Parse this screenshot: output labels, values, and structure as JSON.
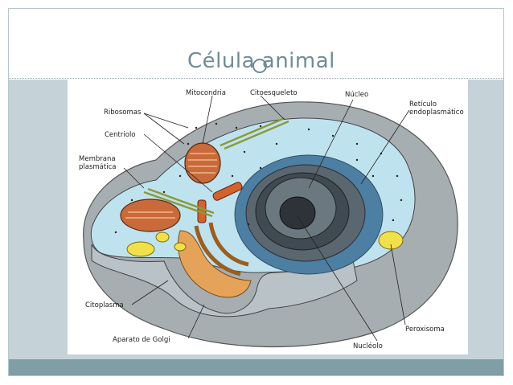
{
  "slide": {
    "title": "Célula animal"
  },
  "diagram": {
    "labels": {
      "mitocondria": "Mitocondria",
      "citoesqueleto": "Citoesqueleto",
      "nucleo": "Núcleo",
      "reticulo_line1": "Retículo",
      "reticulo_line2": "endoplasmático",
      "ribosomas": "Ribosomas",
      "centriolo": "Centriolo",
      "membrana_line1": "Membrana",
      "membrana_line2": "plasmática",
      "citoplasma": "Citoplasma",
      "golgi": "Aparato de Golgi",
      "nucleolo": "Nucléolo",
      "peroxisoma": "Peroxisoma"
    }
  },
  "colors": {
    "slide_band": "#c5d3d9",
    "slide_bottom_band": "#7f9ea6",
    "title_color": "#6f8c96",
    "cytoplasm": "#bfe3ee",
    "cell_outer": "#a7aeb2",
    "nucleus_blue": "#4d7fa3",
    "nucleus_dark": "#3f4a52",
    "mitochondria": "#c96a3b",
    "golgi": "#e5a35a",
    "peroxisome": "#f2e04a"
  }
}
